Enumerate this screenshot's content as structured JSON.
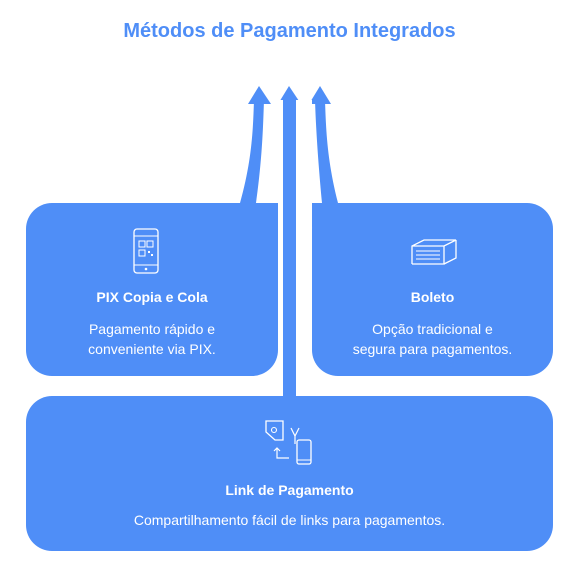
{
  "title": "Métodos de Pagamento Integrados",
  "colors": {
    "accent": "#4f8ef7",
    "card": "#4f8ef7",
    "text": "#ffffff"
  },
  "cards": [
    {
      "title": "PIX Copia e Cola",
      "description_line1": "Pagamento rápido e",
      "description_line2": "conveniente via PIX.",
      "icon": "phone-qr-icon"
    },
    {
      "title": "Boleto",
      "description_line1": "Opção tradicional e",
      "description_line2": "segura para pagamentos.",
      "icon": "stacked-docs-icon"
    },
    {
      "title": "Link de Pagamento",
      "description": "Compartilhamento fácil de links para pagamentos.",
      "icon": "share-link-icon"
    }
  ]
}
